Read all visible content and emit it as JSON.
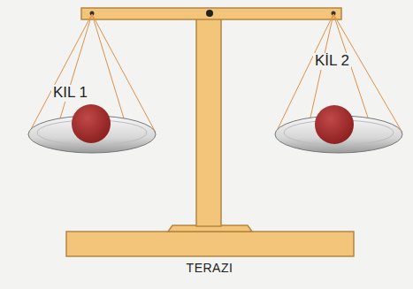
{
  "diagram": {
    "caption": "TERAZI",
    "labels": [
      "KIL 1",
      "KİL 2"
    ]
  }
}
